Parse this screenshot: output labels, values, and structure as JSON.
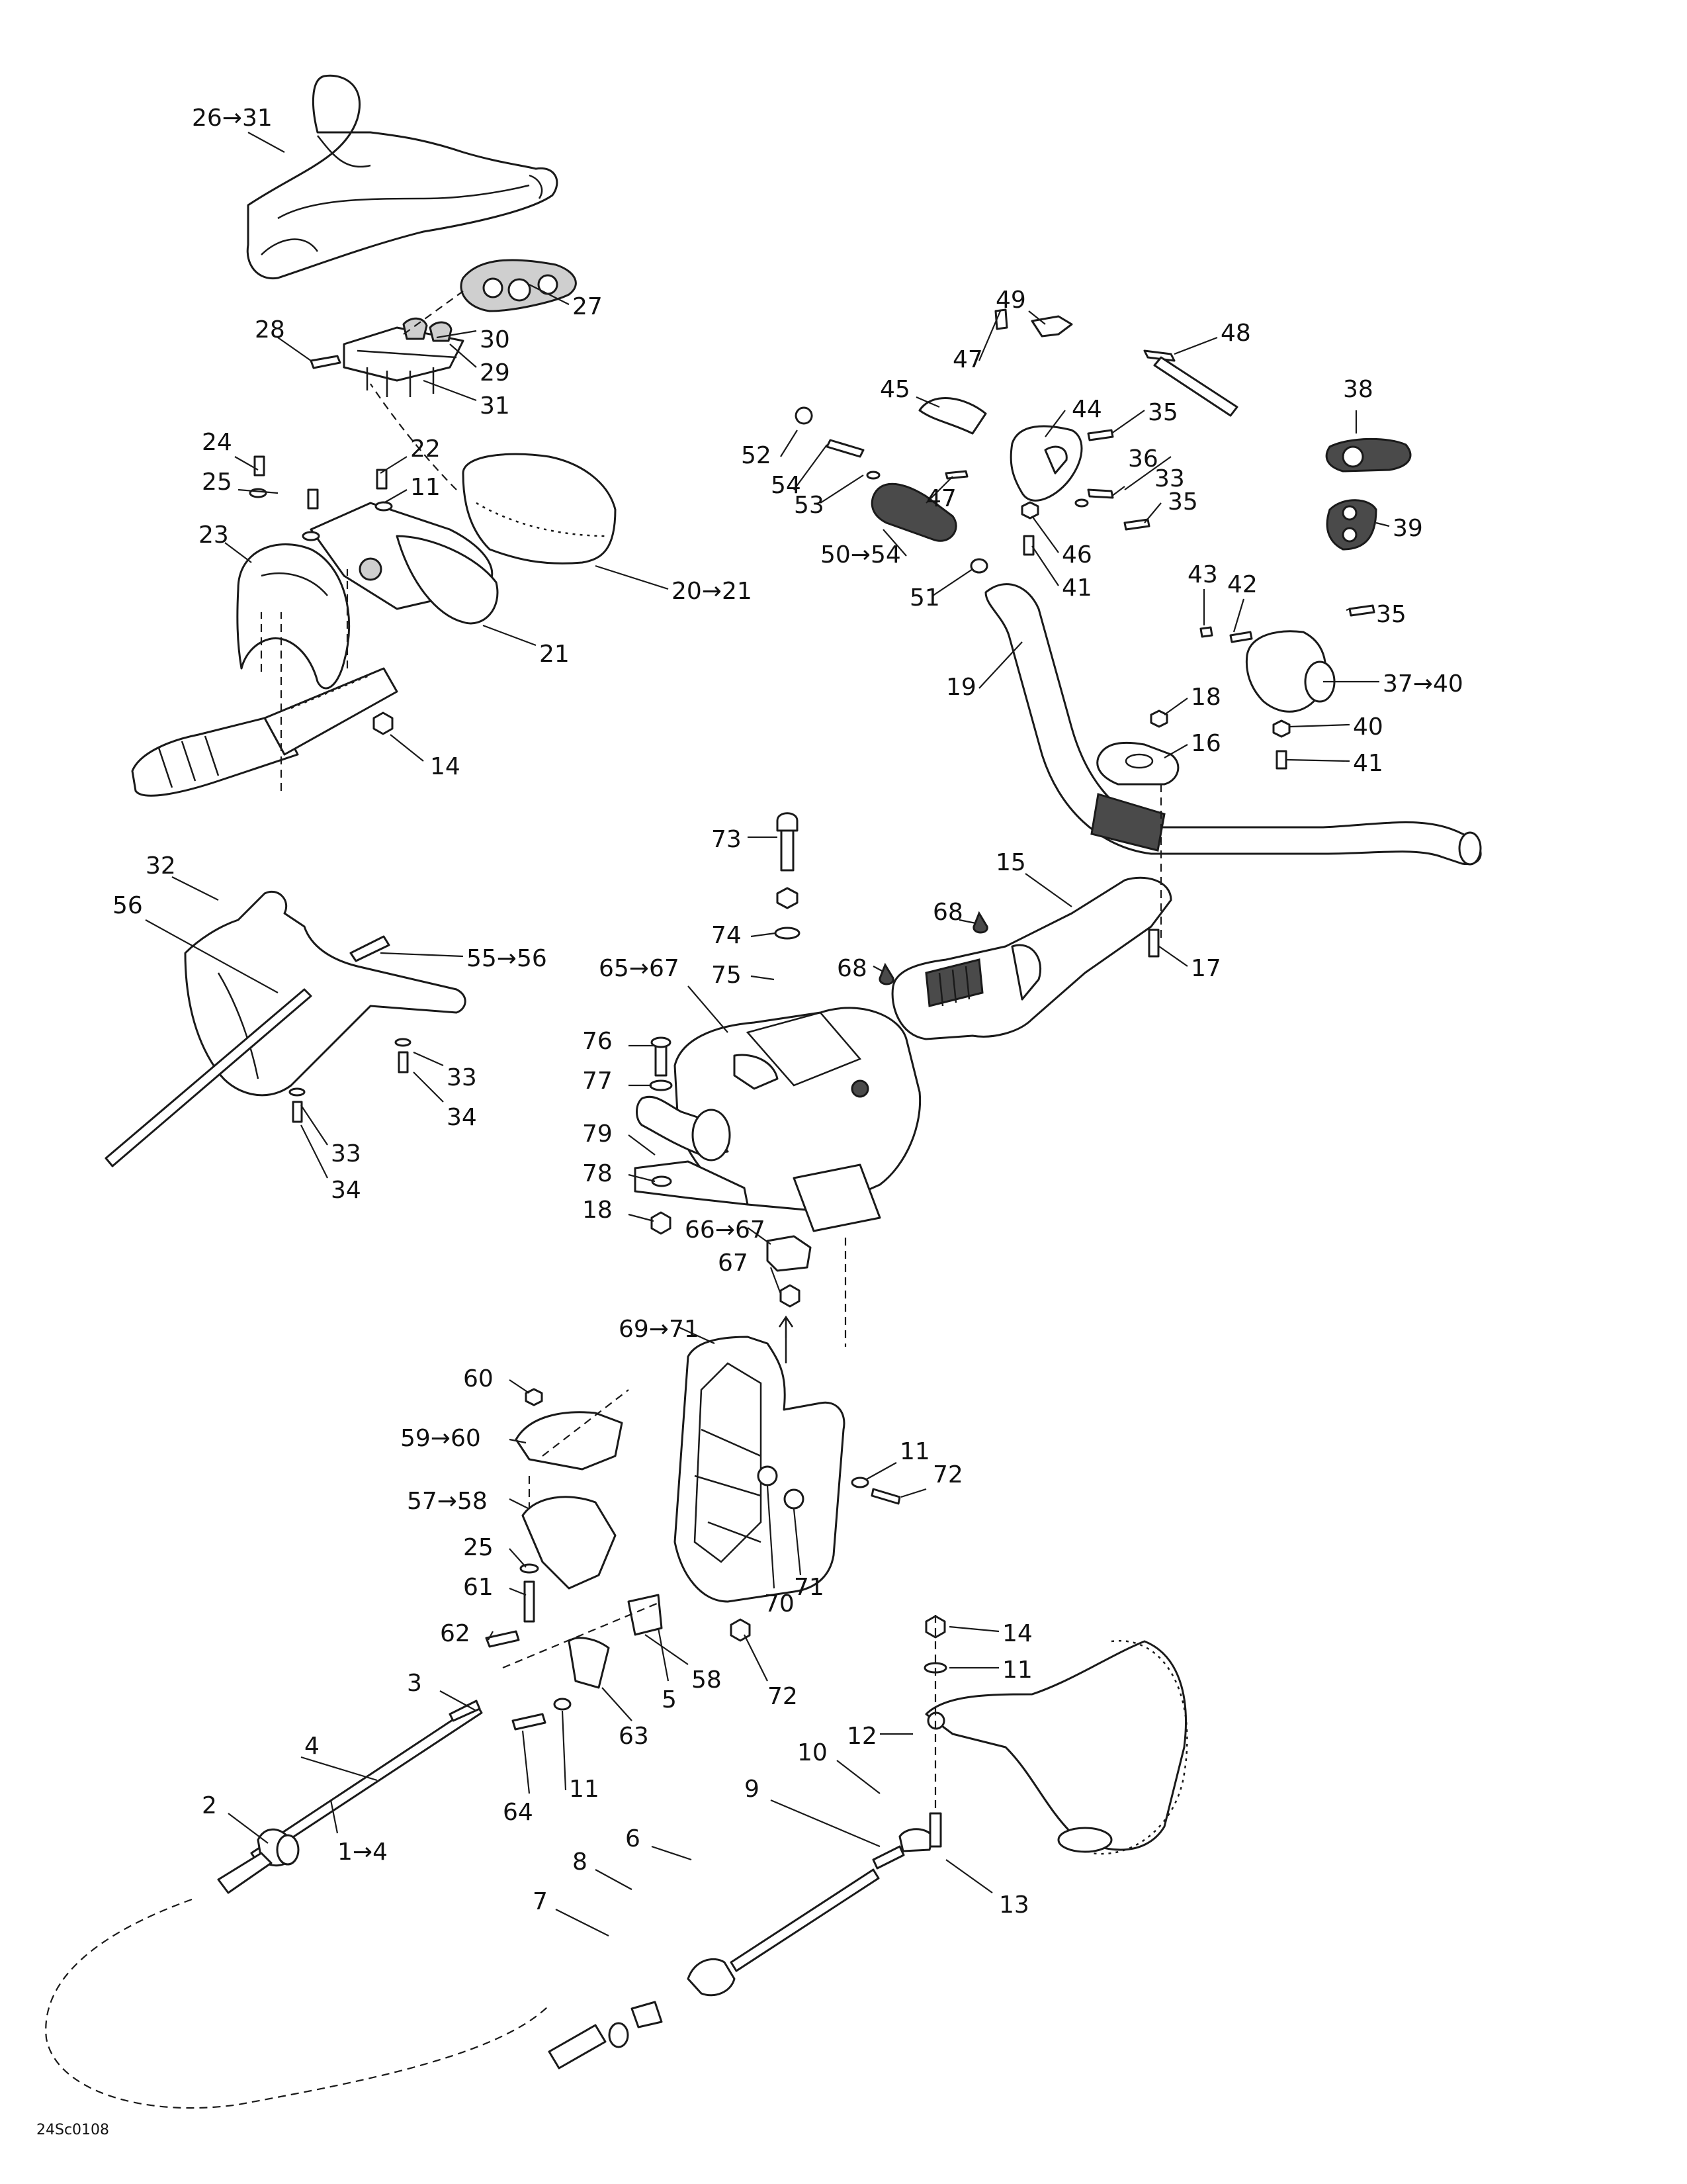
{
  "diagram": {
    "reference_code": "24Sc0108",
    "callouts": [
      "26→31",
      "27",
      "28",
      "30",
      "29",
      "31",
      "24",
      "22",
      "25",
      "11",
      "23",
      "21",
      "20→21",
      "14",
      "32",
      "56",
      "55→56",
      "33",
      "34",
      "33",
      "34",
      "49",
      "48",
      "47",
      "45",
      "44",
      "35",
      "52",
      "54",
      "36",
      "33",
      "35",
      "53",
      "47",
      "50→54",
      "46",
      "41",
      "51",
      "38",
      "39",
      "43",
      "42",
      "35",
      "19",
      "37→40",
      "18",
      "40",
      "16",
      "41",
      "73",
      "15",
      "68",
      "74",
      "75",
      "68",
      "17",
      "65→67",
      "76",
      "77",
      "79",
      "78",
      "18",
      "66→67",
      "67",
      "69→71",
      "60",
      "59→60",
      "11",
      "72",
      "57→58",
      "25",
      "61",
      "71",
      "70",
      "62",
      "58",
      "5",
      "72",
      "14",
      "11",
      "3",
      "63",
      "12",
      "4",
      "10",
      "11",
      "64",
      "9",
      "2",
      "1→4",
      "6",
      "8",
      "7",
      "13"
    ]
  },
  "colors": {
    "line": "#1a1a1a",
    "shade": "#cfcfcf",
    "dark": "#4a4a4a",
    "background": "#ffffff"
  }
}
